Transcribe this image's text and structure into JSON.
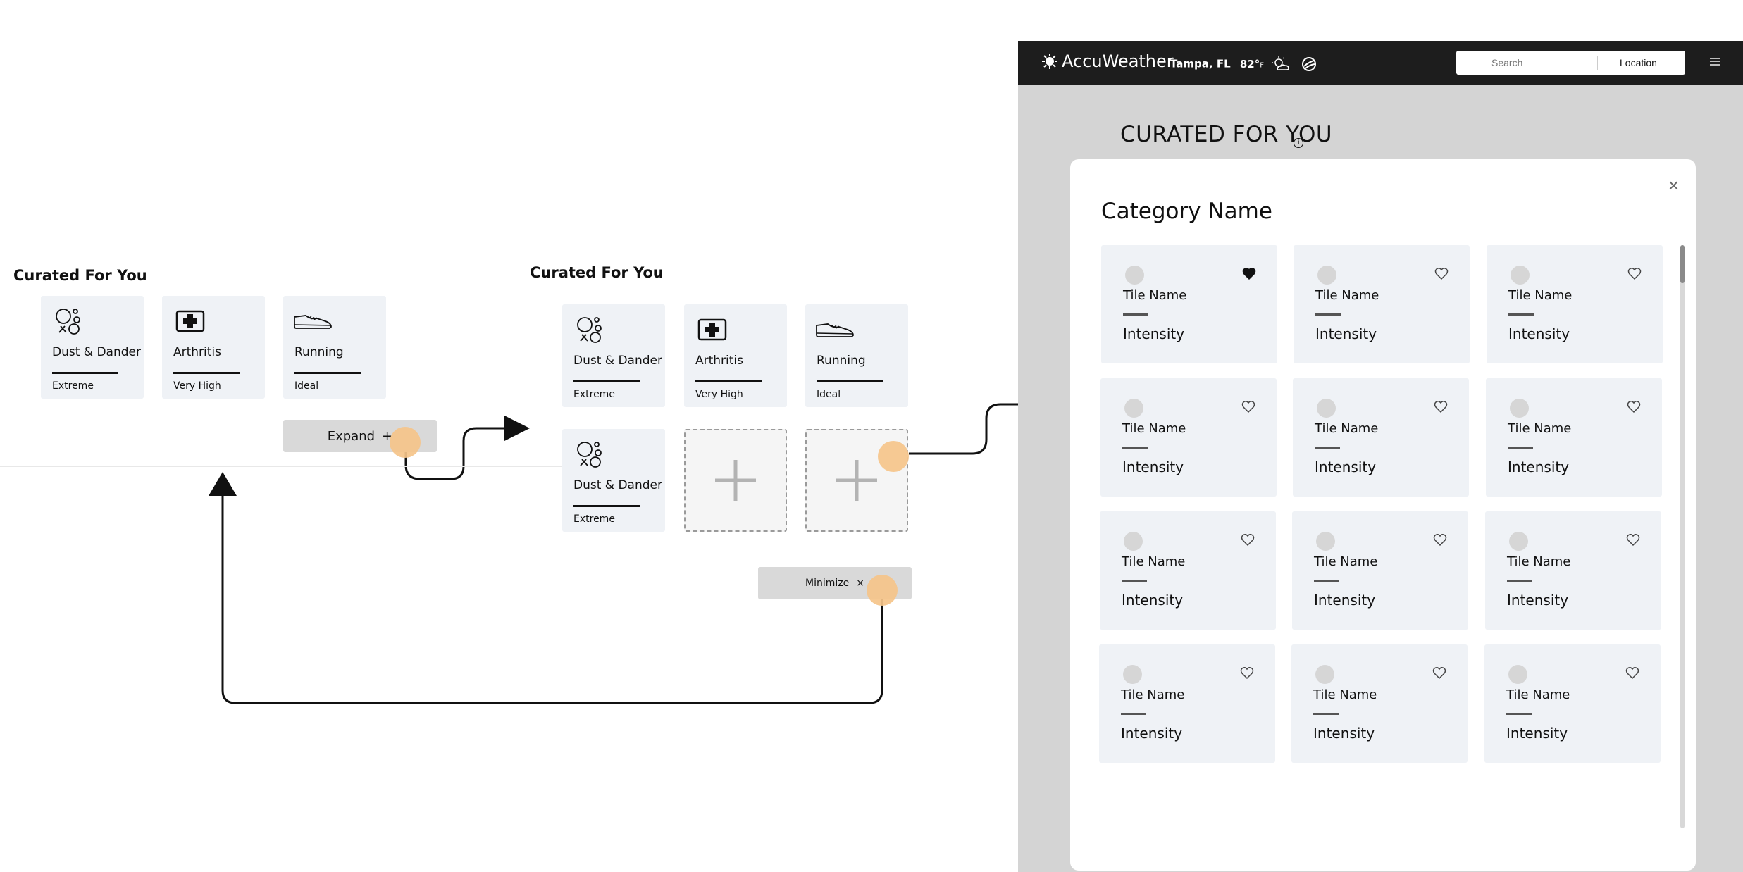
{
  "panel1": {
    "title": "Curated For You",
    "tiles": [
      {
        "name": "Dust & Dander",
        "value": "Extreme",
        "icon": "dust-dander-icon"
      },
      {
        "name": "Arthritis",
        "value": "Very High",
        "icon": "medical-cross-icon"
      },
      {
        "name": "Running",
        "value": "Ideal",
        "icon": "running-shoe-icon"
      }
    ],
    "expand_label": "Expand",
    "expand_symbol": "+"
  },
  "panel2": {
    "title": "Curated For You",
    "tiles": [
      {
        "name": "Dust & Dander",
        "value": "Extreme",
        "icon": "dust-dander-icon"
      },
      {
        "name": "Arthritis",
        "value": "Very High",
        "icon": "medical-cross-icon"
      },
      {
        "name": "Running",
        "value": "Ideal",
        "icon": "running-shoe-icon"
      },
      {
        "name": "Dust & Dander",
        "value": "Extreme",
        "icon": "dust-dander-icon"
      }
    ],
    "minimize_label": "Minimize",
    "minimize_symbol": "×"
  },
  "screen": {
    "brand": "AccuWeather",
    "location": "Tampa, FL",
    "temp": "82°",
    "temp_unit": "F",
    "search_placeholder": "Search",
    "location_button": "Location",
    "section_title": "CURATED FOR YOU",
    "modal": {
      "close": "×",
      "title": "Category Name",
      "tiles": [
        {
          "name": "Tile Name",
          "intensity": "Intensity",
          "favorited": true
        },
        {
          "name": "Tile Name",
          "intensity": "Intensity",
          "favorited": false
        },
        {
          "name": "Tile Name",
          "intensity": "Intensity",
          "favorited": false
        },
        {
          "name": "Tile Name",
          "intensity": "Intensity",
          "favorited": false
        },
        {
          "name": "Tile Name",
          "intensity": "Intensity",
          "favorited": false
        },
        {
          "name": "Tile Name",
          "intensity": "Intensity",
          "favorited": false
        },
        {
          "name": "Tile Name",
          "intensity": "Intensity",
          "favorited": false
        },
        {
          "name": "Tile Name",
          "intensity": "Intensity",
          "favorited": false
        },
        {
          "name": "Tile Name",
          "intensity": "Intensity",
          "favorited": false
        },
        {
          "name": "Tile Name",
          "intensity": "Intensity",
          "favorited": false
        },
        {
          "name": "Tile Name",
          "intensity": "Intensity",
          "favorited": false
        },
        {
          "name": "Tile Name",
          "intensity": "Intensity",
          "favorited": false
        }
      ]
    }
  },
  "colors": {
    "tile_bg": "#eff2f6",
    "tap_dot": "#f5c48a",
    "topbar": "#1d1d1d",
    "screen_bg": "#d4d4d4"
  }
}
